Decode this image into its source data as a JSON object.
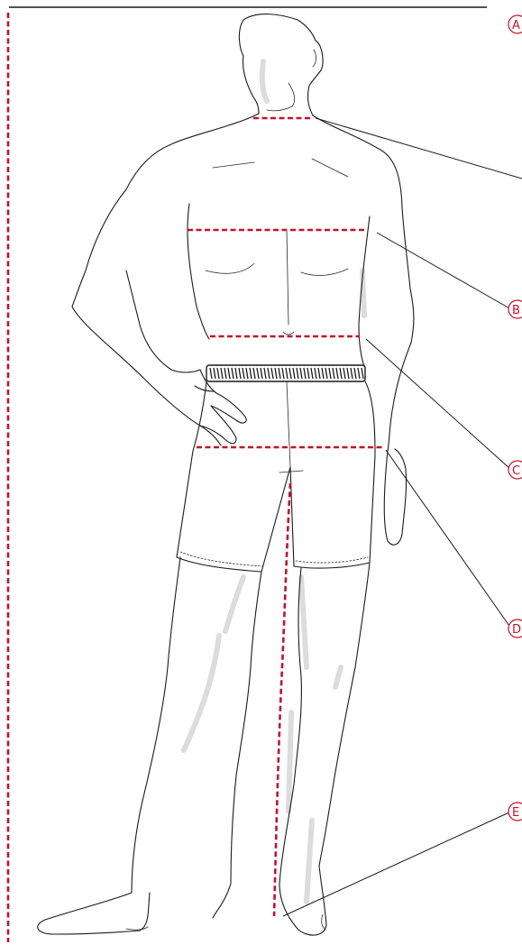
{
  "markers": [
    {
      "id": "a",
      "letter": "A"
    },
    {
      "id": "b",
      "letter": "B"
    },
    {
      "id": "c",
      "letter": "C"
    },
    {
      "id": "d",
      "letter": "D"
    },
    {
      "id": "e",
      "letter": "E"
    }
  ],
  "colors": {
    "measure_line": "#c0132b",
    "outline": "#1a1a1a",
    "shading": "#dcdcdc"
  }
}
